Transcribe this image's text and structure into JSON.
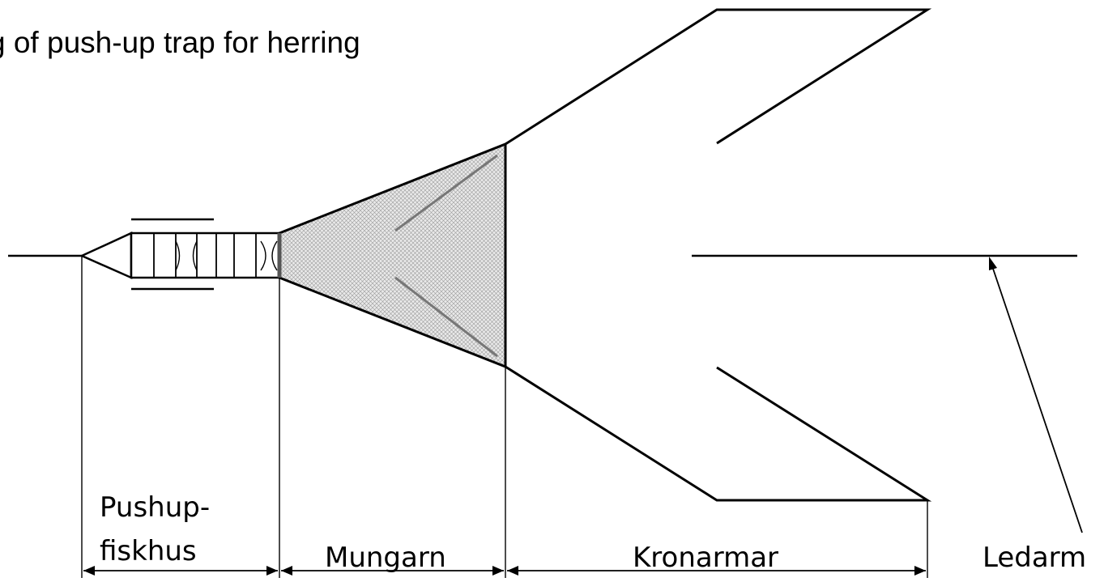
{
  "title": "g of push-up trap for herring",
  "labels": {
    "pushup_line1": "Pushup-",
    "pushup_line2": "fiskhus",
    "mungarn": "Mungarn",
    "kronarmar": "Kronarmar",
    "ledarm": "Ledarm"
  }
}
